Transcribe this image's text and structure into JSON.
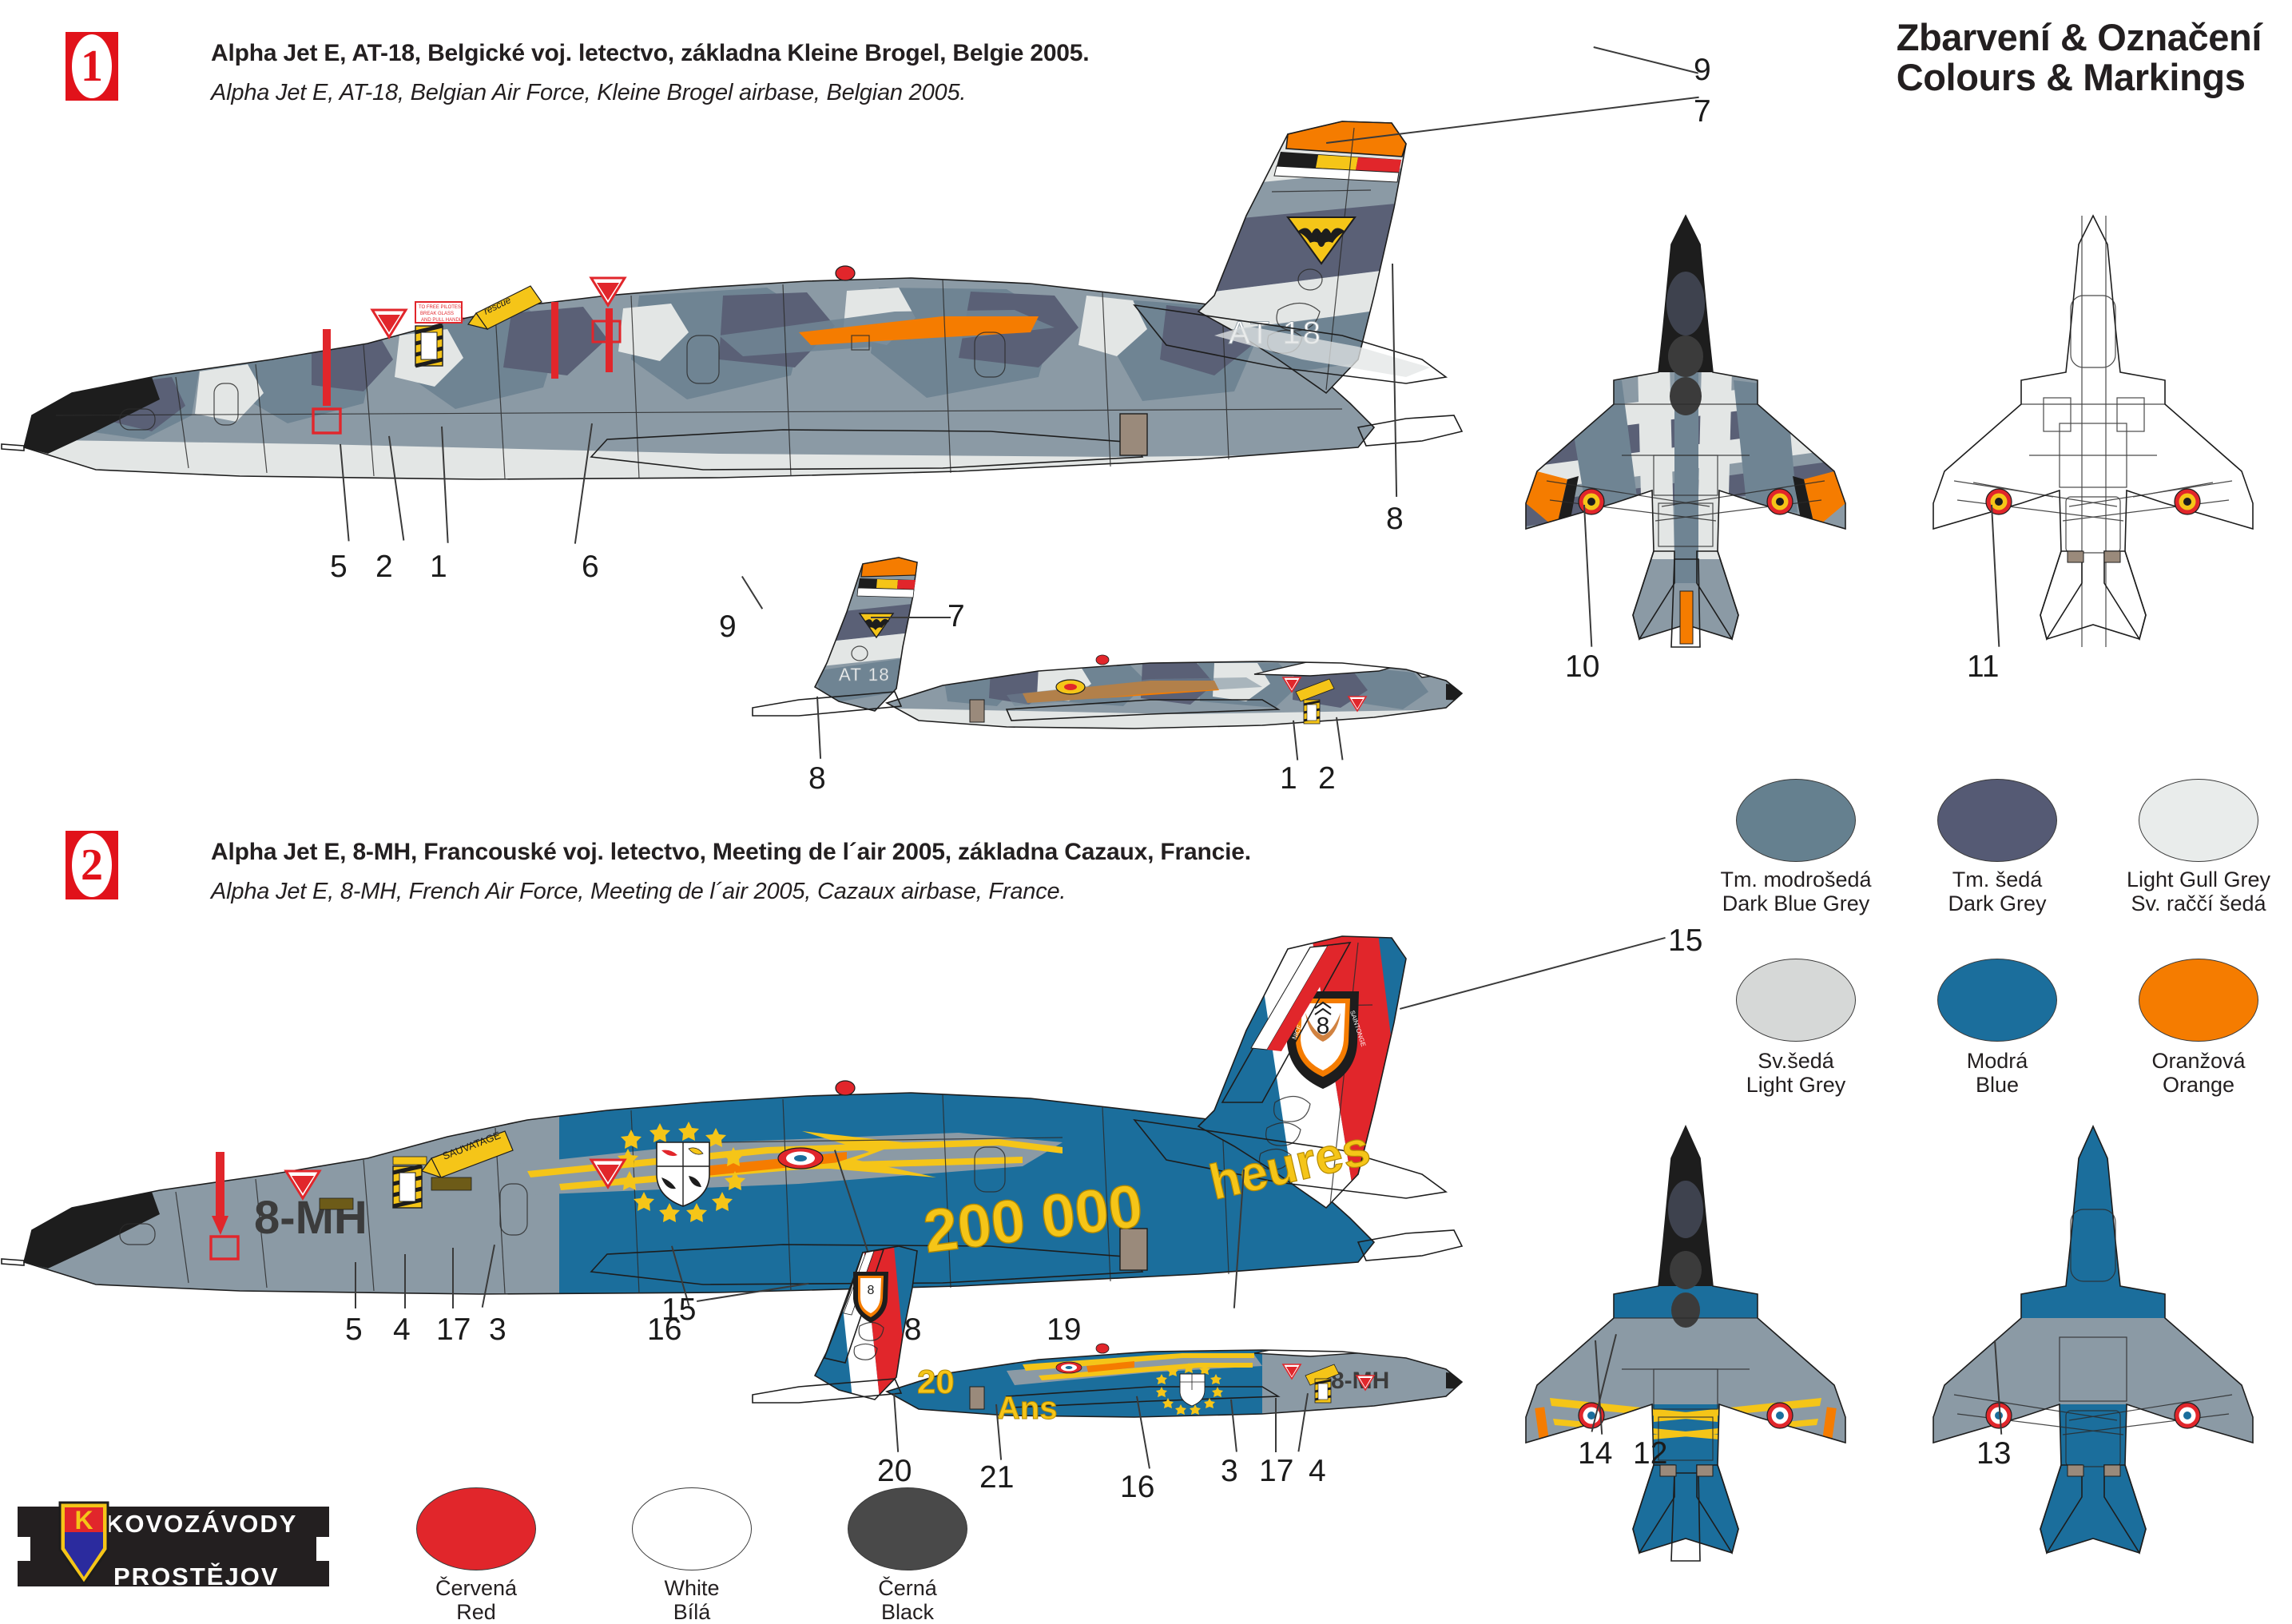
{
  "sheet": {
    "title_cz": "Zbarvení & Označení",
    "title_en": "Colours & Markings"
  },
  "variants": [
    {
      "number": "1",
      "caption_cz": "Alpha Jet E, AT-18, Belgické voj. letectvo, základna Kleine Brogel, Belgie 2005.",
      "caption_en": "Alpha Jet E, AT-18, Belgian Air Force, Kleine Brogel airbase, Belgian 2005.",
      "serial": "AT 18",
      "callouts_profile": [
        "5",
        "2",
        "1",
        "6",
        "8",
        "9",
        "7"
      ],
      "callouts_small_profile": [
        "9",
        "7",
        "8",
        "1",
        "2"
      ],
      "callout_top_view": "10",
      "callout_bottom_view": "11"
    },
    {
      "number": "2",
      "caption_cz": "Alpha Jet E, 8-MH, Francouské voj. letectvo, Meeting de l´air 2005, základna Cazaux, Francie.",
      "caption_en": "Alpha Jet E, 8-MH, French Air Force, Meeting de l´air 2005, Cazaux airbase, France.",
      "code": "8-MH",
      "anniversary_number": "200 000",
      "anniversary_word": "heures",
      "small_anniversary_number": "20",
      "small_anniversary_word": "Ans",
      "tail_badge_left": "NICE",
      "tail_badge_right": "SAINTONGE",
      "tail_badge_digit": "8",
      "callouts_profile": [
        "5",
        "4",
        "17",
        "3",
        "16",
        "18",
        "19",
        "15"
      ],
      "callouts_small_profile": [
        "15",
        "20",
        "21",
        "16",
        "3",
        "17",
        "4"
      ],
      "callouts_top_view": [
        "14",
        "12"
      ],
      "callout_bottom_view": "13"
    }
  ],
  "palette": {
    "main": [
      {
        "cz": "Tm. modrošedá",
        "en": "Dark Blue Grey",
        "hex": "#65808f"
      },
      {
        "cz": "Tm. šedá",
        "en": "Dark Grey",
        "hex": "#555a74"
      },
      {
        "cz": "Light Gull Grey",
        "en": "Sv. raččí šedá",
        "hex": "#e9eceb"
      },
      {
        "cz": "Sv.šedá",
        "en": "Light Grey",
        "hex": "#d6d8d7"
      },
      {
        "cz": "Modrá",
        "en": "Blue",
        "hex": "#1b6e9c"
      },
      {
        "cz": "Oranžová",
        "en": "Orange",
        "hex": "#f57c00"
      }
    ],
    "bottom": [
      {
        "cz": "Červená",
        "en": "Red",
        "hex": "#e1262b"
      },
      {
        "cz": "White",
        "en": "Bílá",
        "hex": "#ffffff"
      },
      {
        "cz": "Černá",
        "en": "Black",
        "hex": "#494949"
      }
    ]
  },
  "decal_text": {
    "rescue": "rescue",
    "sauvatage": "SAUVATAGE",
    "warn_box": "TO FREE PILOTES BREAK GLASS AND PULL HANDLE"
  },
  "brand": {
    "line1": "KOVOZÁVODY",
    "line2": "PROSTĚJOV",
    "registered": "®",
    "monogram": "K"
  }
}
